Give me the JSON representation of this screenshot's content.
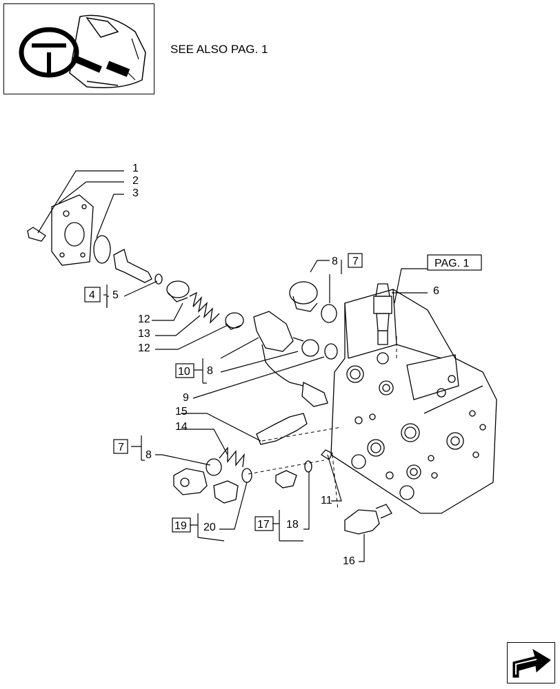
{
  "header": {
    "see_also": "SEE ALSO PAG. 1"
  },
  "callouts": {
    "c1": "1",
    "c2": "2",
    "c3": "3",
    "c4": "4",
    "c5": "5",
    "c6": "6",
    "c7a": "7",
    "c8a": "8",
    "c7b": "7",
    "c8b": "8",
    "c8c": "8",
    "c9": "9",
    "c10": "10",
    "c11": "11",
    "c12a": "12",
    "c12b": "12",
    "c13": "13",
    "c14": "14",
    "c15": "15",
    "c16": "16",
    "c17": "17",
    "c18": "18",
    "c19": "19",
    "c20": "20",
    "pag1": "PAG. 1"
  },
  "icons": {
    "thumbnail": "steering-wheel-dashboard-icon",
    "nav": "next-page-arrow-icon"
  }
}
